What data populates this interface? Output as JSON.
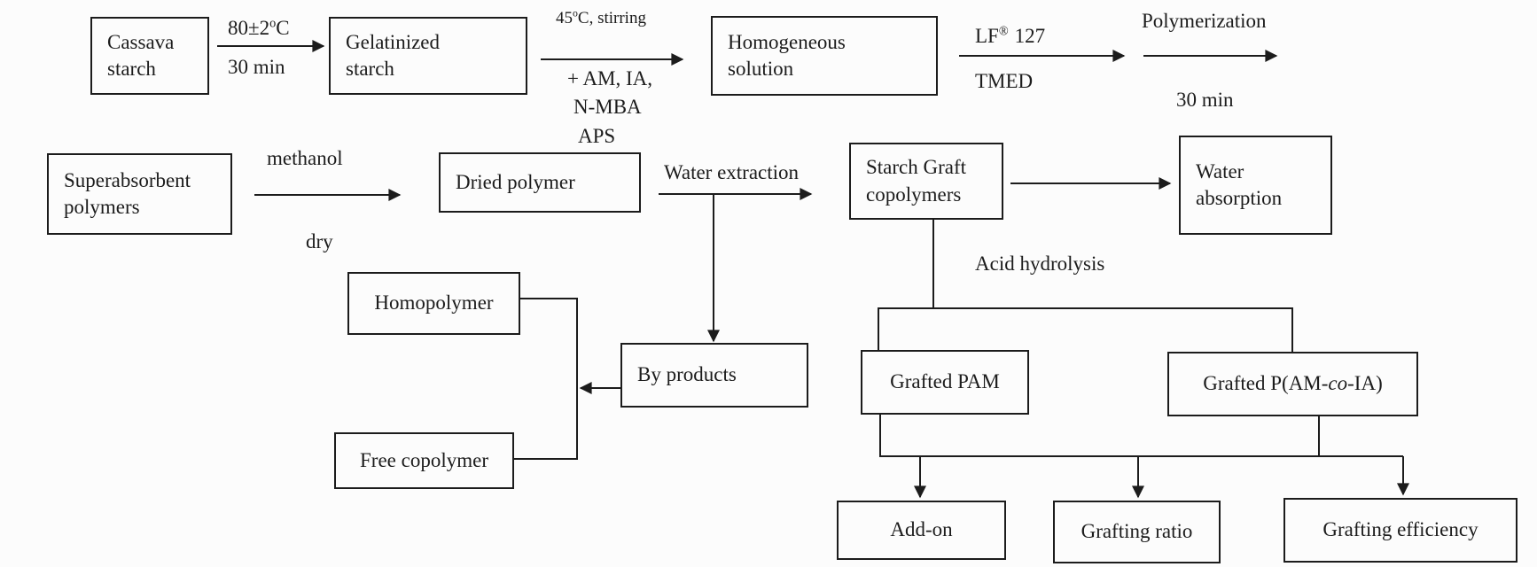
{
  "figure": {
    "background": "#fcfcfc",
    "line_color": "#1c1c1c"
  },
  "boxes": {
    "cassava_starch": {
      "lines": [
        "Cassava",
        "starch"
      ]
    },
    "gelatinized_starch": {
      "lines": [
        "Gelatinized",
        "starch"
      ]
    },
    "homogeneous_solution": {
      "lines": [
        "Homogeneous",
        "solution"
      ]
    },
    "superabsorbent_polymers": {
      "lines": [
        "Superabsorbent",
        "polymers"
      ]
    },
    "dried_polymer": {
      "label": "Dried polymer"
    },
    "starch_graft_copolymers": {
      "lines": [
        "Starch Graft",
        "copolymers"
      ]
    },
    "water_absorption": {
      "lines": [
        "Water",
        "absorption"
      ]
    },
    "homopolymer": {
      "label": "Homopolymer"
    },
    "by_products": {
      "label": "By products"
    },
    "free_copolymer": {
      "label": "Free copolymer"
    },
    "grafted_pam": {
      "label": "Grafted PAM"
    },
    "grafted_pam_co_ia": {
      "prefix": "Grafted P(AM-",
      "italic": "co",
      "suffix": "-IA)"
    },
    "add_on": {
      "label": "Add-on"
    },
    "grafting_ratio": {
      "label": "Grafting ratio"
    },
    "grafting_efficiency": {
      "label": "Grafting efficiency"
    }
  },
  "annotations": {
    "temp_80": {
      "base": "80±2",
      "sup": "o",
      "unit": "C"
    },
    "time_30min_1": "30 min",
    "cond_45": {
      "base": "45",
      "sup": "o",
      "unit": "C, stirring"
    },
    "monomers_1": "+ AM, IA,",
    "monomers_2": "N-MBA",
    "monomers_3": "APS",
    "lf127": {
      "base": "LF",
      "sup": "®",
      "suffix": "127"
    },
    "tmed": "TMED",
    "polymerization": "Polymerization",
    "time_30min_2": "30 min",
    "methanol": "methanol",
    "dry": "dry",
    "water_extraction": "Water extraction",
    "acid_hydrolysis": "Acid hydrolysis"
  }
}
